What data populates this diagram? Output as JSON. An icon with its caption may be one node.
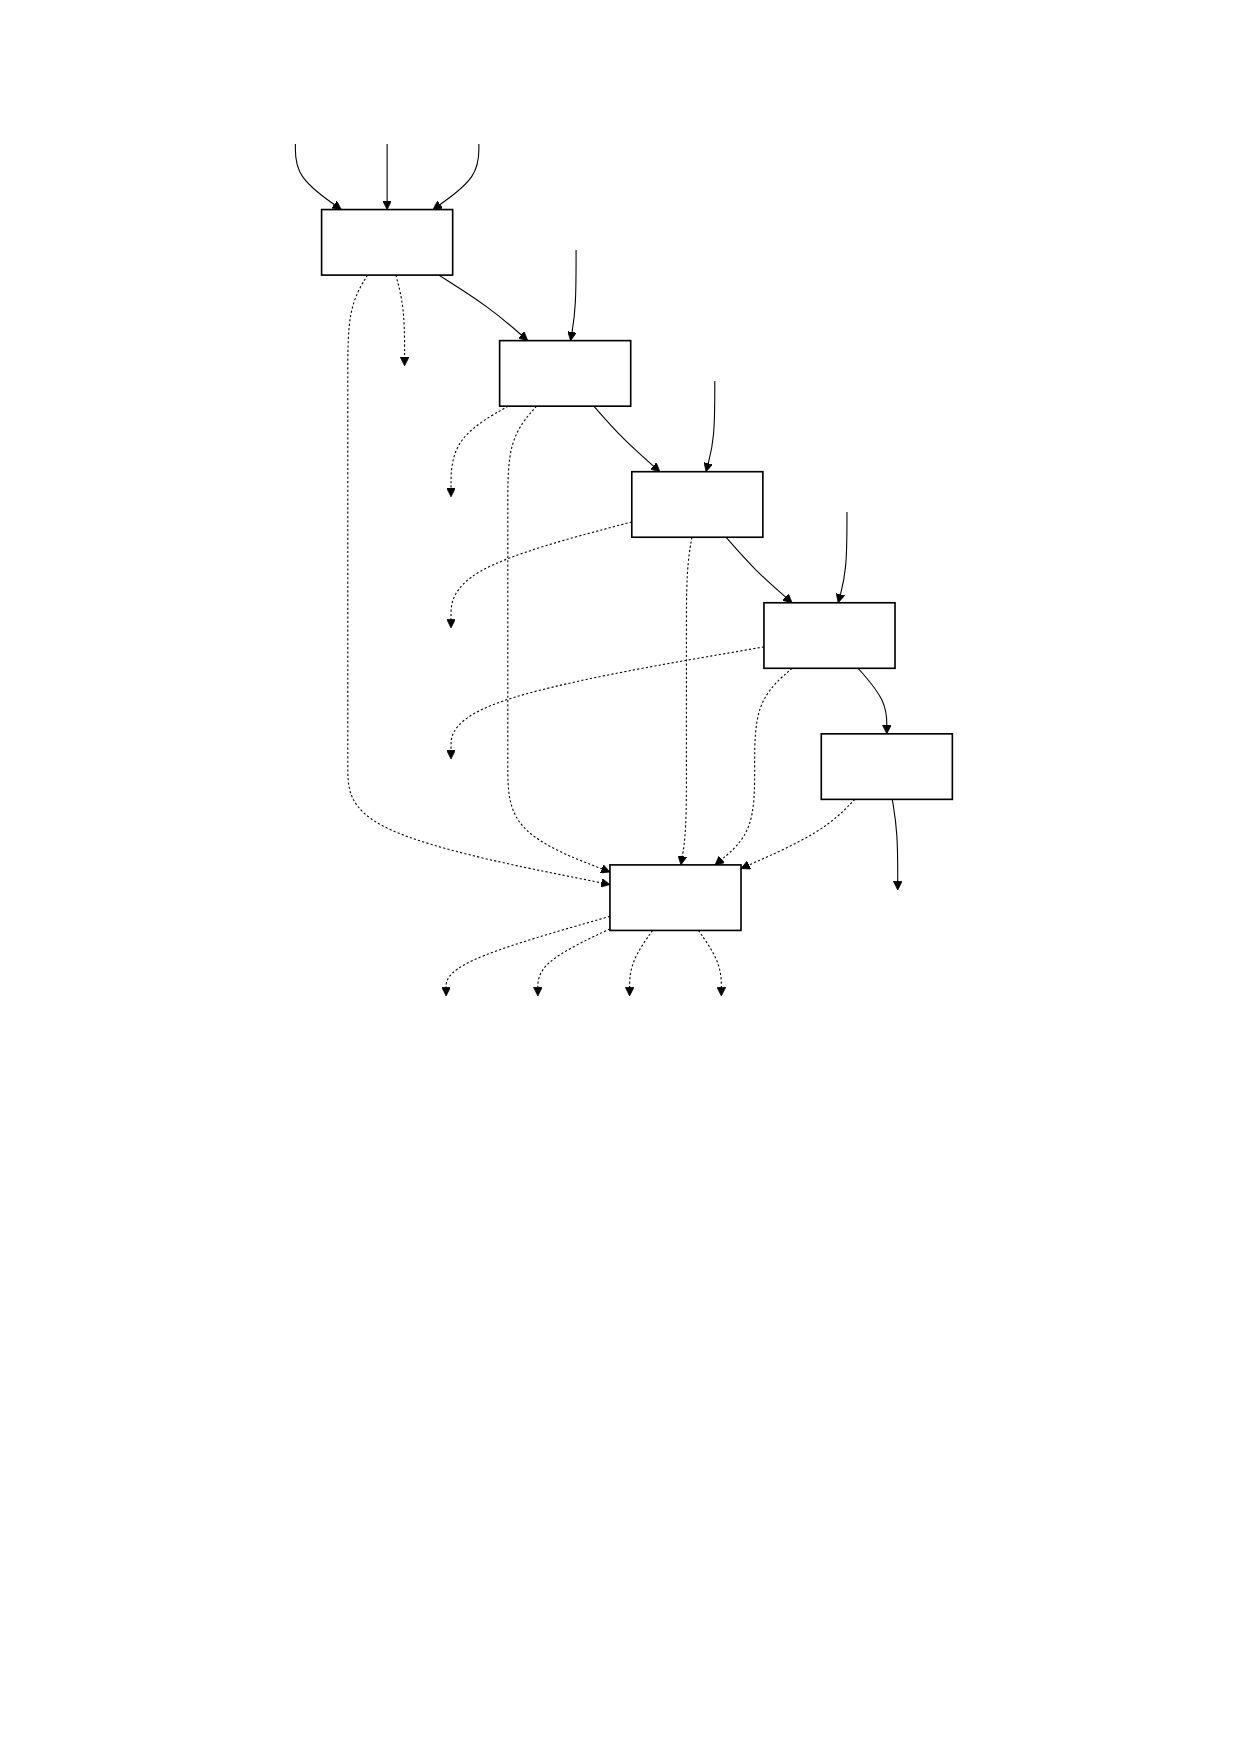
{
  "diagram": {
    "nodes": [
      {
        "text": [],
        "shape": "box"
      },
      {
        "text": [],
        "shape": "box"
      },
      {
        "text": [],
        "shape": "box"
      },
      {
        "text": [],
        "shape": "box"
      },
      {
        "text": [],
        "shape": "box"
      },
      {
        "text": [],
        "shape": "box"
      }
    ],
    "edges": [
      {
        "from": null,
        "to": 0,
        "arrow": "to"
      },
      {
        "from": null,
        "to": 0,
        "arrow": "to"
      },
      {
        "from": null,
        "to": 0,
        "arrow": "to"
      },
      {
        "from": 0,
        "to": null,
        "arrow": "to",
        "style": "dashed"
      },
      {
        "from": 0,
        "to": 5,
        "arrow": "to",
        "style": "dashed"
      },
      {
        "from": 0,
        "to": 1,
        "arrow": "to"
      },
      {
        "from": null,
        "to": 1,
        "arrow": "to"
      },
      {
        "from": 1,
        "to": null,
        "arrow": "to",
        "style": "dashed"
      },
      {
        "from": 1,
        "to": 5,
        "arrow": "to",
        "style": "dashed"
      },
      {
        "from": 1,
        "to": 2,
        "arrow": "to"
      },
      {
        "from": null,
        "to": 2,
        "arrow": "to"
      },
      {
        "from": 2,
        "to": null,
        "arrow": "to",
        "style": "dashed"
      },
      {
        "from": 2,
        "to": 5,
        "arrow": "to",
        "style": "dashed"
      },
      {
        "from": 2,
        "to": 3,
        "arrow": "to"
      },
      {
        "from": null,
        "to": 3,
        "arrow": "to"
      },
      {
        "from": 3,
        "to": null,
        "arrow": "to",
        "style": "dashed"
      },
      {
        "from": 3,
        "to": 5,
        "arrow": "to",
        "style": "dashed"
      },
      {
        "from": 3,
        "to": 4,
        "arrow": "to"
      },
      {
        "from": 4,
        "to": 5,
        "arrow": "to",
        "style": "dashed"
      },
      {
        "from": 4,
        "to": null,
        "arrow": "to"
      },
      {
        "from": 5,
        "to": null,
        "arrow": "to",
        "style": "dashed"
      },
      {
        "from": 5,
        "to": null,
        "arrow": "to",
        "style": "dashed"
      },
      {
        "from": 5,
        "to": null,
        "arrow": "to",
        "style": "dashed"
      },
      {
        "from": 5,
        "to": null,
        "arrow": "to",
        "style": "dashed"
      }
    ]
  }
}
